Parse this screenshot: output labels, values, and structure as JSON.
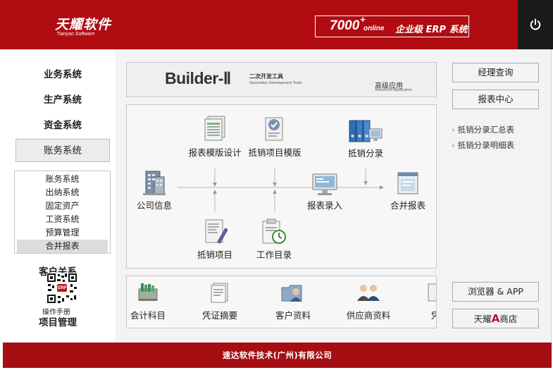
{
  "header": {
    "logo_cn": "天耀软件",
    "logo_en": "Tianyao Software",
    "erp_number": "7000",
    "erp_plus": "+",
    "erp_online": "online",
    "erp_text": "企业级 ERP 系统",
    "power_icon": "power-icon",
    "color": "#b00c12"
  },
  "sidebar": {
    "items": [
      {
        "label": "业务系统"
      },
      {
        "label": "生产系统"
      },
      {
        "label": "资金系统"
      },
      {
        "label": "账务系统"
      }
    ],
    "submenu": [
      {
        "label": "账务系统"
      },
      {
        "label": "出纳系统"
      },
      {
        "label": "固定资产"
      },
      {
        "label": "工资系统"
      },
      {
        "label": "预算管理"
      },
      {
        "label": "合并报表"
      }
    ],
    "bottom_items": [
      {
        "label": "客户关系"
      },
      {
        "label": "项目管理"
      }
    ],
    "qr_label": "操作手册",
    "qr_badge": "ERP"
  },
  "banner": {
    "title": "Builder-Ⅱ",
    "subtitle_cn": "二次开发工具",
    "subtitle_en": "Secondary Development Tools",
    "adv_cn": "高级应用",
    "adv_en": "Advanced Application"
  },
  "flow": {
    "nodes": {
      "template_design": "报表模版设计",
      "offset_template": "抵销项目模版",
      "offset_entry": "抵销分录",
      "company_info": "公司信息",
      "report_entry": "报表录入",
      "consolidated_report": "合并报表",
      "offset_item": "抵销项目",
      "work_catalog": "工作目录"
    }
  },
  "shortcuts": [
    {
      "label": "会计科目"
    },
    {
      "label": "凭证摘要"
    },
    {
      "label": "客户资料"
    },
    {
      "label": "供应商资料"
    },
    {
      "label": "凭"
    }
  ],
  "right": {
    "buttons": {
      "manager_query": "经理查询",
      "report_center": "报表中心",
      "browser_app": "浏览器 & APP",
      "store_prefix": "天耀",
      "store_a": "A",
      "store_suffix": "商店"
    },
    "links": [
      {
        "label": "抵销分录汇总表"
      },
      {
        "label": "抵销分录明细表"
      }
    ]
  },
  "footer": {
    "text": "速达软件技术(广州)有限公司"
  }
}
